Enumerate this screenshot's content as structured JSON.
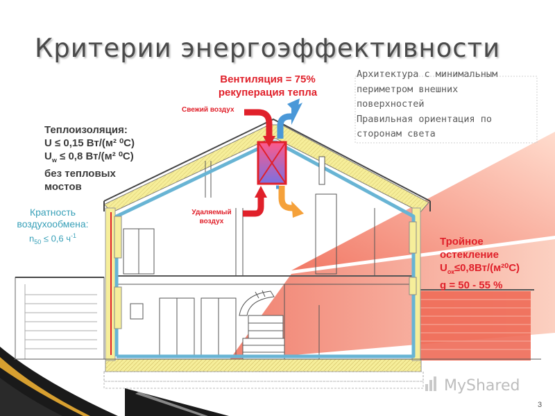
{
  "title": "Критерии энергоэффективности",
  "ventilation": {
    "line1": "Вентиляция = 75%",
    "line2": "рекуперация тепла"
  },
  "fresh_air_label": "Свежий воздух",
  "exhaust_air_label": {
    "line1": "Удаляемый",
    "line2": "воздух"
  },
  "insulation": {
    "heading": "Теплоизоляция:",
    "u_value": "0,15 Вт/(м² ⁰С)",
    "uw_value": "0,8 Вт/(м² ⁰С)",
    "no_bridges_1": "без тепловых",
    "no_bridges_2": "мостов"
  },
  "architecture": {
    "line1": "Архитектура с минимальным",
    "line2": "периметром внешних",
    "line3": "поверхностей",
    "line4": "Правильная ориентация по",
    "line5": "сторонам света"
  },
  "air_exchange": {
    "line1": "Кратность",
    "line2": "воздухообмена:",
    "value": "0,6 ч"
  },
  "glazing": {
    "line1": "Тройное",
    "line2": "остекление",
    "u_ok": "≤0,8Вт/(м²⁰С)",
    "g_value": "g = 50 - 55 %"
  },
  "watermark": "MyShared",
  "page_number": "3",
  "colors": {
    "red": "#e0202a",
    "blue": "#5aa8d8",
    "orange": "#f5a13a",
    "insulation": "#f6ee9a",
    "sun_gradient": "#f0806a"
  }
}
